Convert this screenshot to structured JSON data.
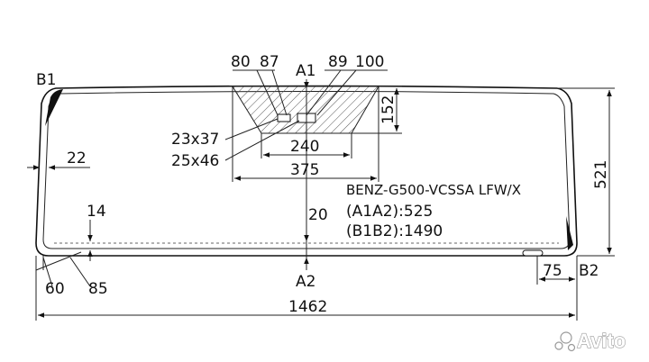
{
  "diagram": {
    "labels": {
      "b1": "B1",
      "b2": "B2",
      "a1": "A1",
      "a2": "A2"
    },
    "dimensions": {
      "d80": "80",
      "d87": "87",
      "d89": "89",
      "d100": "100",
      "d152": "152",
      "d521": "521",
      "d22": "22",
      "d14": "14",
      "d20": "20",
      "d240": "240",
      "d375": "375",
      "d23x37": "23x37",
      "d25x46": "25x46",
      "d60": "60",
      "d85": "85",
      "d75": "75",
      "d1462": "1462"
    },
    "model": {
      "code": "BENZ-G500-VCSSA LFW/X",
      "a1a2": "(A1A2):525",
      "b1b2": "(B1B2):1490"
    },
    "watermark": "Avito"
  }
}
